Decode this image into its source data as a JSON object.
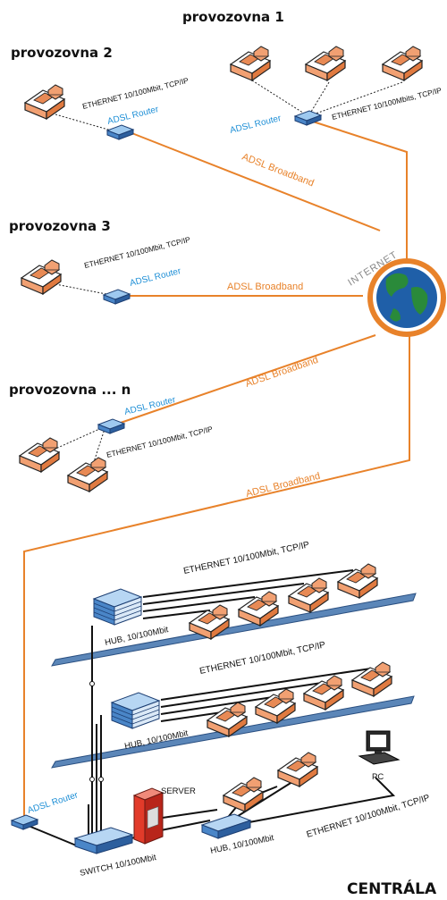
{
  "branches": {
    "b1": "provozovna 1",
    "b2": "provozovna 2",
    "b3": "provozovna 3",
    "bn": "provozovna ... n"
  },
  "labels": {
    "eth_b1": "ETHERNET 10/100Mbits, TCP/IP",
    "eth_b2": "ETHERNET 10/100Mbit, TCP/IP",
    "eth_b3": "ETHERNET 10/100Mbit, TCP/IP",
    "eth_bn": "ETHERNET 10/100Mbit, TCP/IP",
    "router": "ADSL Router",
    "adsl": "ADSL Broadband",
    "internet": "INTERNET",
    "eth_floor1": "ETHERNET 10/100Mbit, TCP/IP",
    "eth_floor2": "ETHERNET 10/100Mbit, TCP/IP",
    "eth_ground": "ETHERNET 10/100Mbit, TCP/IP",
    "hub": "HUB, 10/100Mbit",
    "server": "SERVER",
    "pc": "PC",
    "switch": "SWITCH 10/100Mbit",
    "central": "CENTRÁLA"
  },
  "colors": {
    "adsl_line": "#e8822a",
    "router_text": "#1e8fd6",
    "floor": "#5b86b8"
  }
}
